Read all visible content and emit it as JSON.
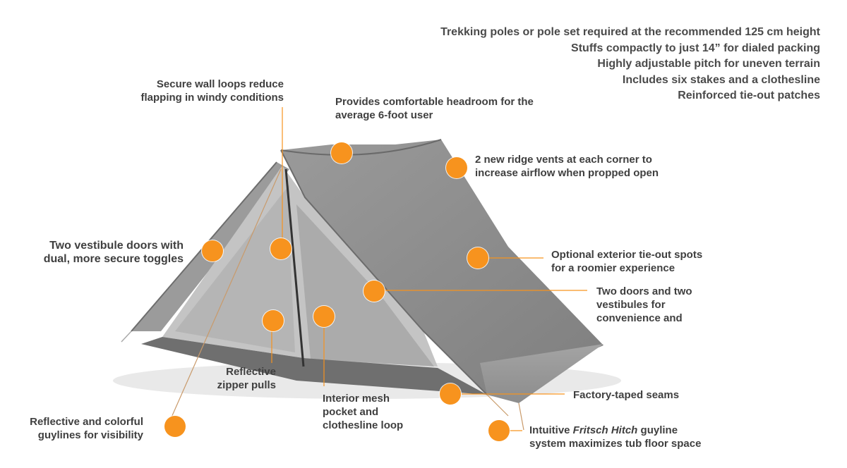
{
  "feature_list": [
    "Trekking poles or pole set required at the recommended 125 cm height",
    "Stuffs compactly to just 14” for dialed packing",
    "Highly adjustable pitch for uneven terrain",
    "Includes six stakes and a clothesline",
    "Reinforced tie-out patches"
  ],
  "callouts": {
    "wall_loops": [
      "Secure wall loops reduce",
      "flapping in windy conditions"
    ],
    "headroom": [
      "Provides comfortable headroom for the",
      "average 6-foot user"
    ],
    "ridge_vents": [
      "2 new ridge vents at each corner to",
      "increase airflow when propped open"
    ],
    "vestibule_doors": [
      "Two vestibule doors with",
      "dual, more secure toggles"
    ],
    "tie_out_spots": [
      "Optional exterior tie-out spots",
      "for a roomier experience"
    ],
    "doors_vestibules": [
      "Two doors and two",
      "vestibules for",
      "convenience and"
    ],
    "zipper_pulls": [
      "Reflective",
      "zipper pulls"
    ],
    "mesh_pocket": [
      "Interior mesh",
      "pocket and",
      "clothesline loop"
    ],
    "taped_seams": [
      "Factory-taped seams"
    ],
    "guylines": [
      "Reflective and colorful",
      "guylines for visibility"
    ],
    "fritsch_hitch": {
      "pre": "Intuitive ",
      "em": "Fritsch Hitch",
      "post": " guyline",
      "line2": "system maximizes tub floor space"
    }
  },
  "colors": {
    "accent": "#f7931e",
    "tent_fly": "#8d8d8d",
    "tent_mesh": "#b9b9b9",
    "text": "#3f3f3f"
  }
}
